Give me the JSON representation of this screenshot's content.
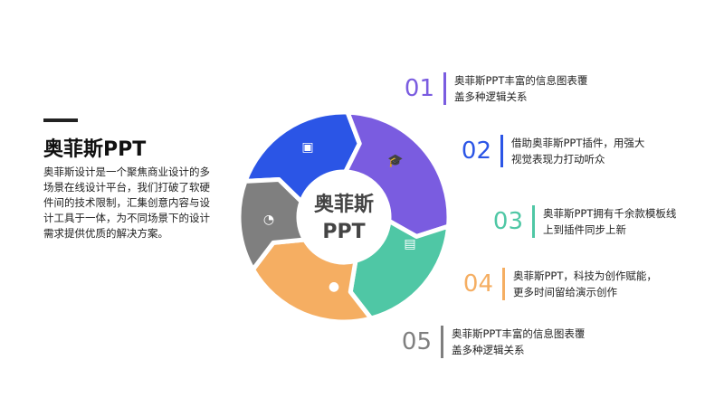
{
  "heading": {
    "title": "奥菲斯PPT",
    "description": "奥菲斯设计是一个聚焦商业设计的多场景在线设计平台，我们打破了软硬件间的技术限制，汇集创意内容与设计工具于一体，为不同场景下的设计需求提供优质的解决方案。"
  },
  "center": {
    "line1": "奥菲斯",
    "line2": "PPT"
  },
  "segments": [
    {
      "icon": "presentation-icon",
      "color": "#2B55E6"
    },
    {
      "icon": "graduation-cap-icon",
      "color": "#7A5CE0"
    },
    {
      "icon": "user-card-icon",
      "color": "#4FC7A5"
    },
    {
      "icon": "chat-icon",
      "color": "#F5AE62"
    },
    {
      "icon": "pie-chart-icon",
      "color": "#7F7F7F"
    }
  ],
  "items": [
    {
      "num": "01",
      "line1": "奥菲斯PPT丰富的信息图表覆",
      "line2": "盖多种逻辑关系",
      "color": "#7A5CE0"
    },
    {
      "num": "02",
      "line1": "借助奥菲斯PPT插件，用强大",
      "line2": "视觉表现力打动听众",
      "color": "#2B55E6"
    },
    {
      "num": "03",
      "line1": "奥菲斯PPT拥有千余款模板线",
      "line2": "上到插件同步上新",
      "color": "#4FC7A5"
    },
    {
      "num": "04",
      "line1": "奥菲斯PPT，科技为创作赋能，",
      "line2": "更多时间留给演示创作",
      "color": "#F5AE62"
    },
    {
      "num": "05",
      "line1": "奥菲斯PPT丰富的信息图表覆",
      "line2": "盖多种逻辑关系",
      "color": "#7F7F7F"
    }
  ]
}
